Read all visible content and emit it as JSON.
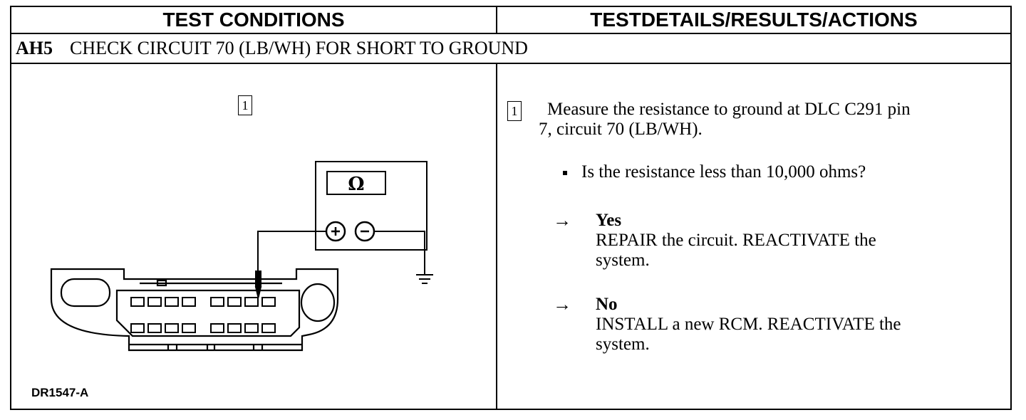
{
  "header": {
    "left": "TEST CONDITIONS",
    "right": "TESTDETAILS/RESULTS/ACTIONS"
  },
  "step": {
    "id": "AH5",
    "title": "CHECK CIRCUIT 70 (LB/WH) FOR SHORT TO GROUND"
  },
  "figure": {
    "step_marker": "1",
    "meter_symbol": "Ω",
    "id": "DR1547-A"
  },
  "details": {
    "step_marker": "1",
    "instruction_line1": "Measure the resistance to ground at DLC C291 pin",
    "instruction_line2": "7, circuit 70 (LB/WH).",
    "question": "Is the resistance less than 10,000 ohms?",
    "arrow": "→",
    "yes": {
      "label": "Yes",
      "line1": "REPAIR the circuit. REACTIVATE the",
      "line2": "system."
    },
    "no": {
      "label": "No",
      "line1": "INSTALL a new RCM. REACTIVATE the",
      "line2": "system."
    }
  }
}
